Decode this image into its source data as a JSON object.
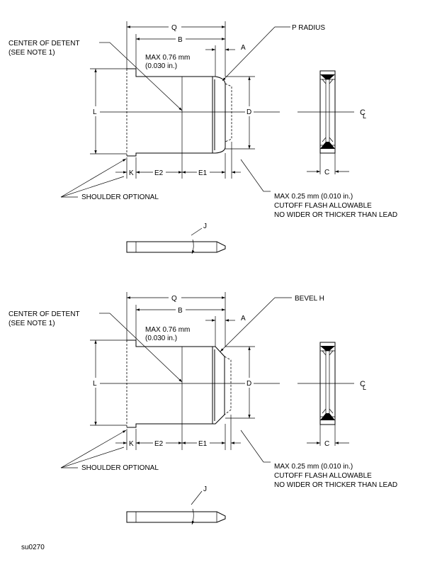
{
  "top": {
    "labels": {
      "q": "Q",
      "b": "B",
      "a": "A",
      "l": "L",
      "d": "D",
      "k": "K",
      "e2": "E2",
      "e1": "E1",
      "c": "C",
      "j": "J",
      "cl": "C",
      "cl_sub": "L",
      "radius": "P RADIUS",
      "center_detent_1": "CENTER OF DETENT",
      "center_detent_2": "(SEE NOTE 1)",
      "max076_1": "MAX 0.76 mm",
      "max076_2": "(0.030 in.)",
      "shoulder": "SHOULDER OPTIONAL",
      "flash_1": "MAX 0.25 mm (0.010 in.)",
      "flash_2": "CUTOFF FLASH ALLOWABLE",
      "flash_3": "NO WIDER OR THICKER THAN LEAD"
    }
  },
  "bottom": {
    "labels": {
      "q": "Q",
      "b": "B",
      "a": "A",
      "l": "L",
      "d": "D",
      "k": "K",
      "e2": "E2",
      "e1": "E1",
      "c": "C",
      "j": "J",
      "cl": "C",
      "cl_sub": "L",
      "bevel": "BEVEL H",
      "center_detent_1": "CENTER OF DETENT",
      "center_detent_2": "(SEE NOTE 1)",
      "max076_1": "MAX 0.76 mm",
      "max076_2": "(0.030 in.)",
      "shoulder": "SHOULDER OPTIONAL",
      "flash_1": "MAX 0.25 mm (0.010 in.)",
      "flash_2": "CUTOFF FLASH ALLOWABLE",
      "flash_3": "NO WIDER OR THICKER THAN LEAD"
    }
  },
  "figure_id": "su0270"
}
